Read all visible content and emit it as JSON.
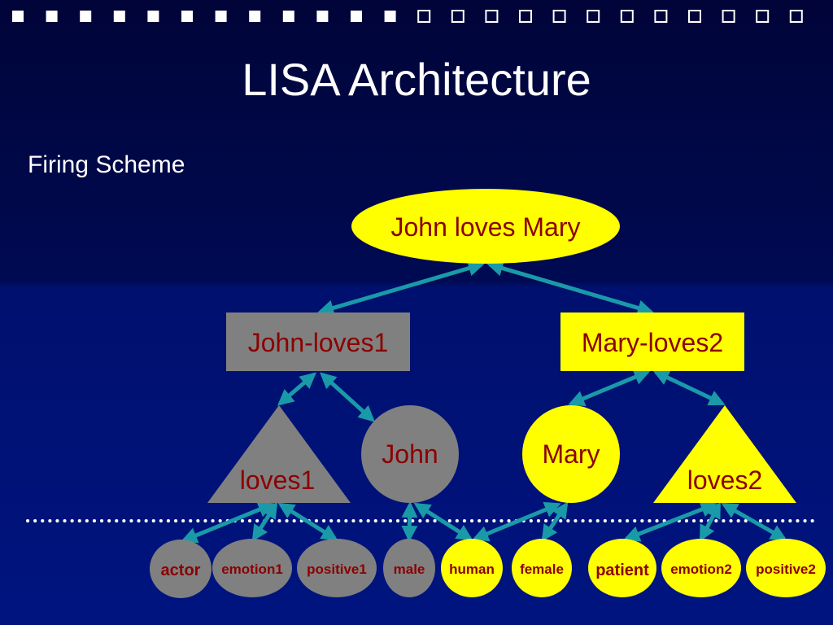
{
  "slide": {
    "title": "LISA Architecture",
    "subtitle": "Firing Scheme",
    "progress": {
      "filled": 12,
      "total": 24
    }
  },
  "colors": {
    "gray": "#808080",
    "yellow": "#ffff00",
    "arrow": "#1a9aa8",
    "text": "#8b0000",
    "dots": "#ffffff"
  },
  "nodes": {
    "proposition": "John loves Mary",
    "sp_john_loves1": "John-loves1",
    "sp_mary_loves2": "Mary-loves2",
    "pred_loves1": "loves1",
    "obj_john": "John",
    "obj_mary": "Mary",
    "pred_loves2": "loves2"
  },
  "semantics": [
    {
      "id": "actor",
      "label": "actor",
      "active": false
    },
    {
      "id": "emotion1",
      "label": "emotion1",
      "active": false
    },
    {
      "id": "positive1",
      "label": "positive1",
      "active": false
    },
    {
      "id": "male",
      "label": "male",
      "active": false
    },
    {
      "id": "human",
      "label": "human",
      "active": true
    },
    {
      "id": "female",
      "label": "female",
      "active": true
    },
    {
      "id": "patient",
      "label": "patient",
      "active": true
    },
    {
      "id": "emotion2",
      "label": "emotion2",
      "active": true
    },
    {
      "id": "positive2",
      "label": "positive2",
      "active": true
    }
  ]
}
